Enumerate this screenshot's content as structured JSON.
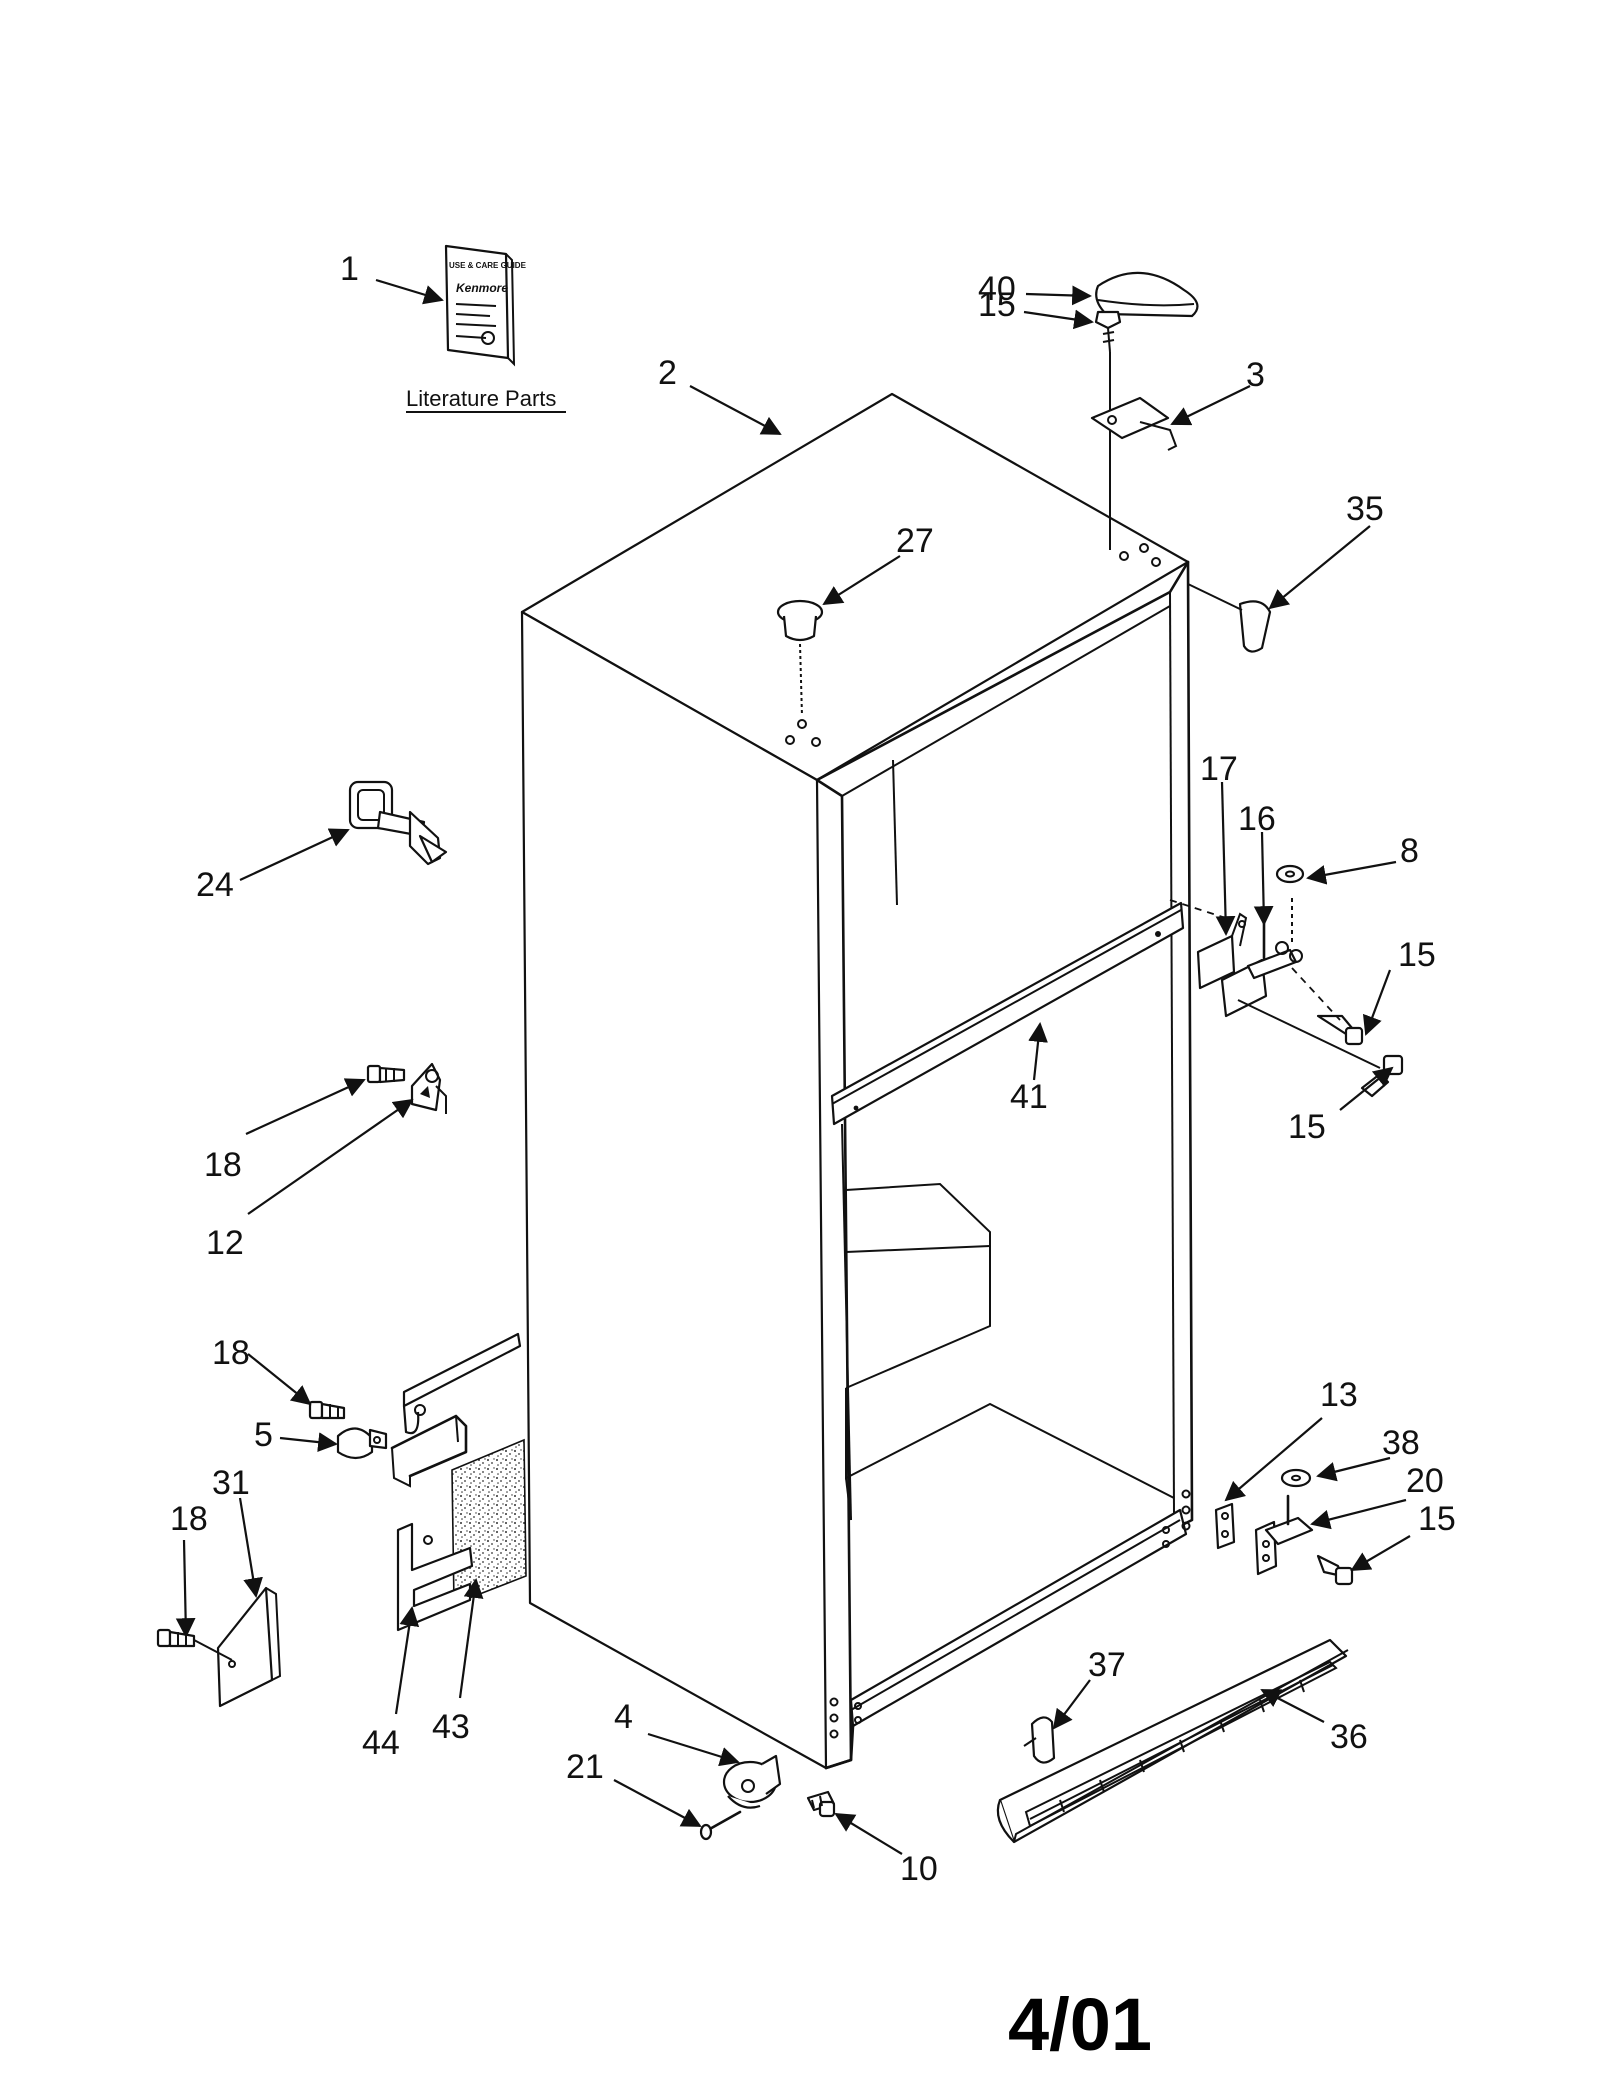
{
  "literature": {
    "label": "Literature Parts",
    "booklet_text": [
      "USE & CARE GUIDE",
      "Kenmore"
    ]
  },
  "date_code": "4/01",
  "callouts": [
    {
      "id": "c1",
      "text": "1"
    },
    {
      "id": "c2",
      "text": "2"
    },
    {
      "id": "c3",
      "text": "3"
    },
    {
      "id": "c4",
      "text": "4"
    },
    {
      "id": "c5",
      "text": "5"
    },
    {
      "id": "c8",
      "text": "8"
    },
    {
      "id": "c10",
      "text": "10"
    },
    {
      "id": "c12",
      "text": "12"
    },
    {
      "id": "c13",
      "text": "13"
    },
    {
      "id": "c15a",
      "text": "15"
    },
    {
      "id": "c15b",
      "text": "15"
    },
    {
      "id": "c15c",
      "text": "15"
    },
    {
      "id": "c15d",
      "text": "15"
    },
    {
      "id": "c16",
      "text": "16"
    },
    {
      "id": "c17",
      "text": "17"
    },
    {
      "id": "c18a",
      "text": "18"
    },
    {
      "id": "c18b",
      "text": "18"
    },
    {
      "id": "c18c",
      "text": "18"
    },
    {
      "id": "c20",
      "text": "20"
    },
    {
      "id": "c21",
      "text": "21"
    },
    {
      "id": "c24",
      "text": "24"
    },
    {
      "id": "c27",
      "text": "27"
    },
    {
      "id": "c31",
      "text": "31"
    },
    {
      "id": "c35",
      "text": "35"
    },
    {
      "id": "c36",
      "text": "36"
    },
    {
      "id": "c37",
      "text": "37"
    },
    {
      "id": "c38",
      "text": "38"
    },
    {
      "id": "c40",
      "text": "40"
    },
    {
      "id": "c41",
      "text": "41"
    },
    {
      "id": "c43",
      "text": "43"
    },
    {
      "id": "c44",
      "text": "44"
    }
  ]
}
